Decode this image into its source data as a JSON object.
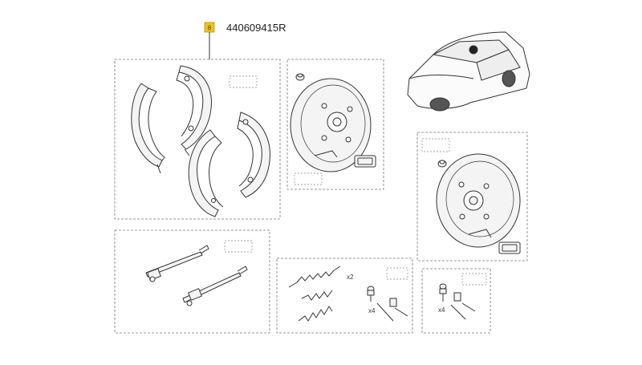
{
  "header": {
    "badge_label": "8",
    "part_number": "440609415R",
    "badge_color": "#f0c419"
  },
  "diagram": {
    "line_color": "#333333",
    "dash_color": "#777777",
    "fill_color": "#f4f4f4"
  },
  "panels": [
    {
      "id": "brake-shoes-panel",
      "qty_label": ""
    },
    {
      "id": "backing-plate-left-panel",
      "qty_label": ""
    },
    {
      "id": "backing-plate-right-panel",
      "qty_label": ""
    },
    {
      "id": "adjusters-panel",
      "qty_label": ""
    },
    {
      "id": "springs-panel",
      "qty_label": "x2"
    },
    {
      "id": "hardware-left-panel",
      "qty_label": "x4"
    },
    {
      "id": "hardware-right-panel",
      "qty_label": "x4"
    }
  ]
}
